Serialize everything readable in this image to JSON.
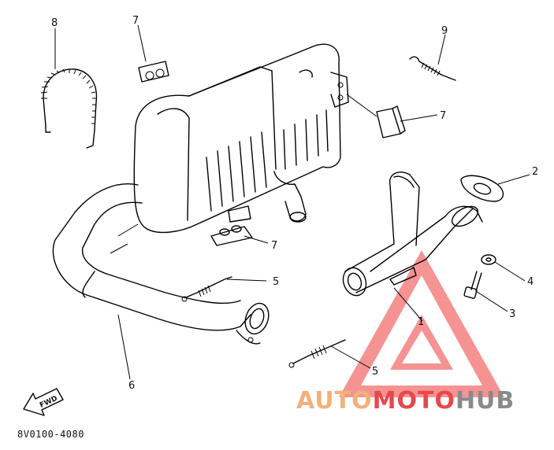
{
  "diagram": {
    "callouts": [
      {
        "id": "c8",
        "label": "8"
      },
      {
        "id": "c7a",
        "label": "7"
      },
      {
        "id": "c9",
        "label": "9"
      },
      {
        "id": "c7b",
        "label": "7"
      },
      {
        "id": "c2",
        "label": "2"
      },
      {
        "id": "c7c",
        "label": "7"
      },
      {
        "id": "c5a",
        "label": "5"
      },
      {
        "id": "c4",
        "label": "4"
      },
      {
        "id": "c3",
        "label": "3"
      },
      {
        "id": "c1",
        "label": "1"
      },
      {
        "id": "c6",
        "label": "6"
      },
      {
        "id": "c5b",
        "label": "5"
      }
    ],
    "arrow_label": "FWD",
    "part_code": "8V0100-4080"
  },
  "watermark": {
    "part_orange": "AUTO",
    "part_red": "MOTO",
    "part_gray": "HUB",
    "colors": {
      "orange": "#f2b07a",
      "red": "#e8474b",
      "gray": "#8a8a8a",
      "triangle": "#ee3b3b"
    }
  }
}
